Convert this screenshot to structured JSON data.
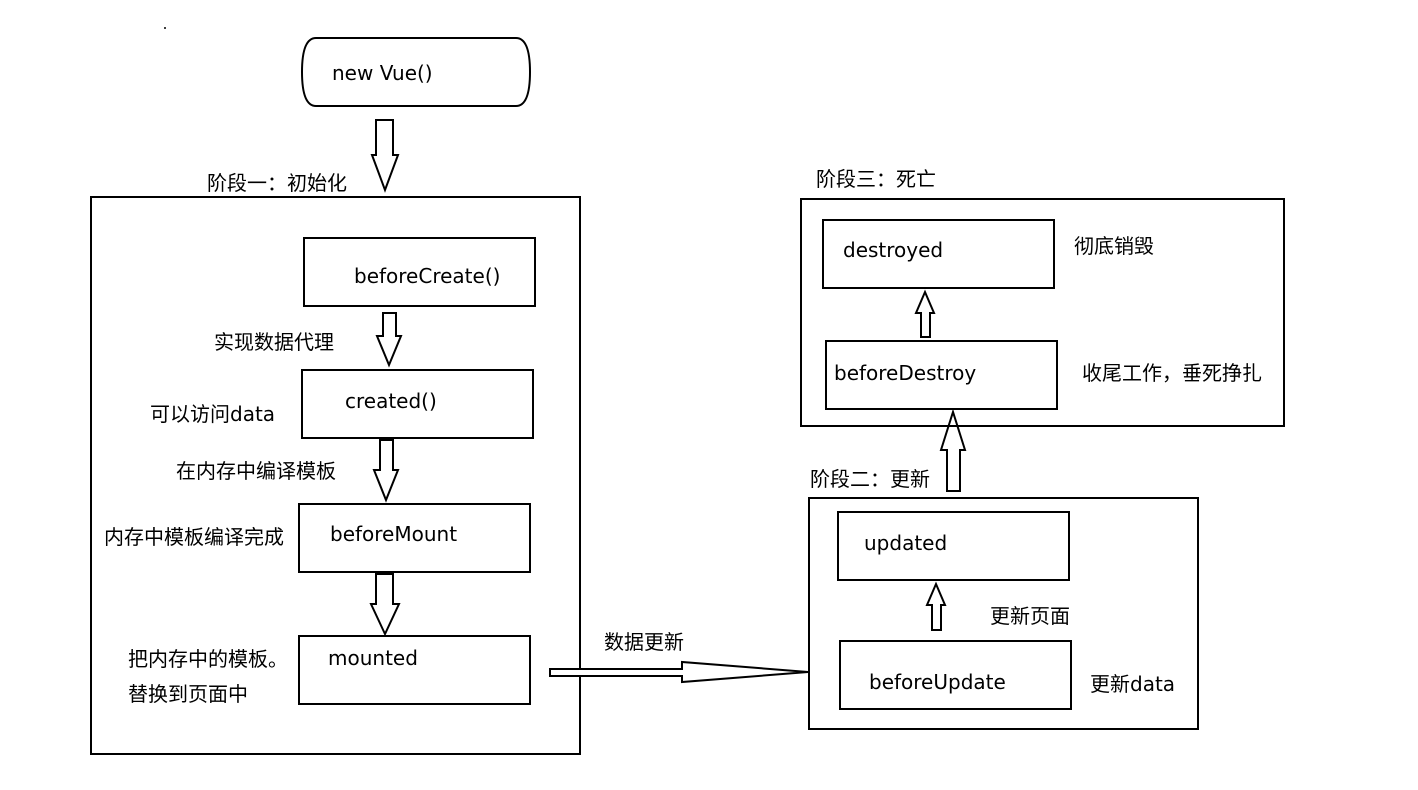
{
  "start": {
    "label": "new Vue()"
  },
  "stage1": {
    "title": "阶段一：初始化",
    "nodes": {
      "before_create": "beforeCreate()",
      "created": "created()",
      "before_mount": "beforeMount",
      "mounted": "mounted"
    },
    "notes": {
      "proxy": "实现数据代理",
      "access_data": "可以访问data",
      "compile": "在内存中编译模板",
      "compiled": "内存中模板编译完成",
      "replace_line1": "把内存中的模板。",
      "replace_line2": "替换到页面中"
    }
  },
  "data_update": {
    "label": "数据更新"
  },
  "stage2": {
    "title": "阶段二：更新",
    "nodes": {
      "before_update": "beforeUpdate",
      "updated": "updated"
    },
    "notes": {
      "update_data": "更新data",
      "update_page": "更新页面"
    }
  },
  "stage3": {
    "title": "阶段三：死亡",
    "nodes": {
      "before_destroy": "beforeDestroy",
      "destroyed": "destroyed"
    },
    "notes": {
      "wrap_up": "收尾工作，垂死挣扎",
      "destroy_all": "彻底销毁"
    }
  }
}
